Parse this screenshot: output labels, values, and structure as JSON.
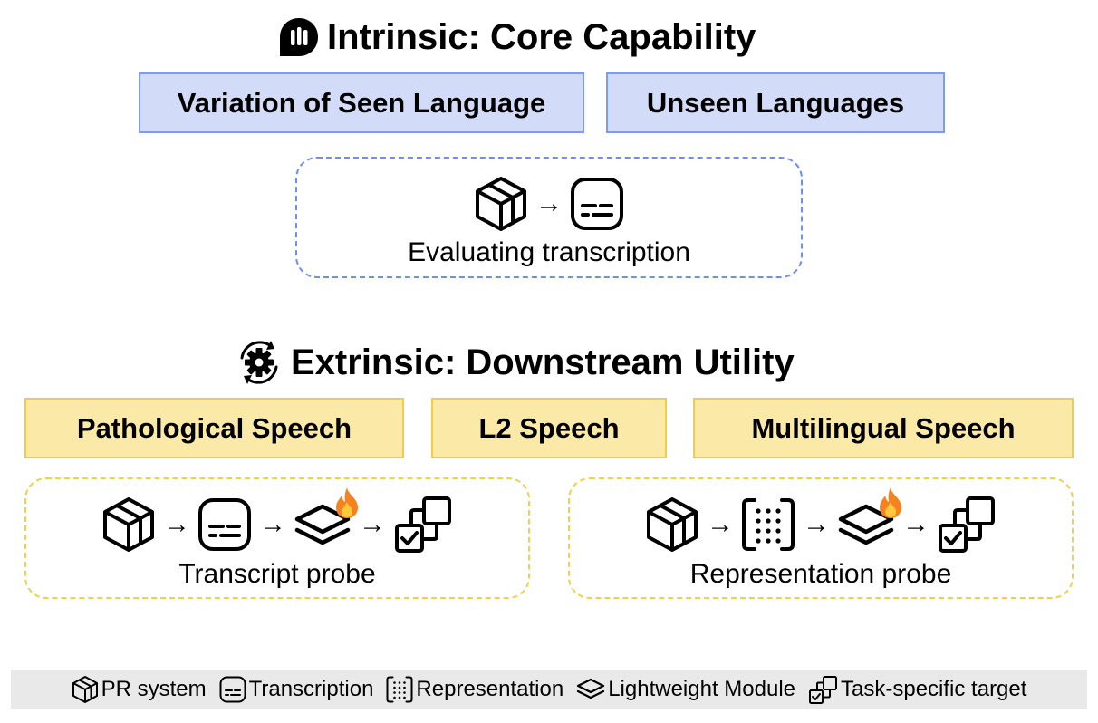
{
  "intrinsic": {
    "heading": "Intrinsic: Core Capability",
    "heading_icon": "speech-bubble-icon",
    "categories": [
      "Variation of Seen Language",
      "Unseen Languages"
    ],
    "pipeline_caption": "Evaluating transcription",
    "arrow": "→"
  },
  "extrinsic": {
    "heading": "Extrinsic: Downstream Utility",
    "heading_icon": "gear-cycle-icon",
    "categories": [
      "Pathological Speech",
      "L2 Speech",
      "Multilingual Speech"
    ],
    "transcript_probe_caption": "Transcript probe",
    "representation_probe_caption": "Representation probe",
    "arrow": "→"
  },
  "legend": {
    "items": [
      {
        "icon": "cube-icon",
        "label": "PR system"
      },
      {
        "icon": "transcription-icon",
        "label": "Transcription"
      },
      {
        "icon": "representation-icon",
        "label": "Representation"
      },
      {
        "icon": "layers-icon",
        "label": "Lightweight Module"
      },
      {
        "icon": "task-target-icon",
        "label": "Task-specific target"
      }
    ]
  },
  "colors": {
    "blue_fill": "#d2dcf9",
    "blue_border": "#7d9cf0",
    "yellow_fill": "#fbe9a8",
    "yellow_border": "#f3cc47",
    "legend_bg": "#e9e9e9",
    "flame": "#f5821f"
  }
}
